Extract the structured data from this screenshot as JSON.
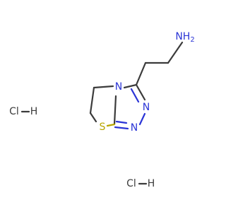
{
  "molecule": {
    "labels": {
      "amine": "NH",
      "amine_subscript": "2",
      "ring_n_fused": "N",
      "ring_n_upper": "N",
      "ring_n_lower": "N",
      "sulfur": "S",
      "salt_1": "Cl",
      "salt_1_h": "H",
      "salt_2": "Cl",
      "salt_2_h": "H"
    },
    "colors": {
      "bond": "#3b3b3b",
      "nitrogen": "#2b35d6",
      "sulfur": "#b8a600",
      "carbon_text": "#3b3b3b"
    }
  }
}
